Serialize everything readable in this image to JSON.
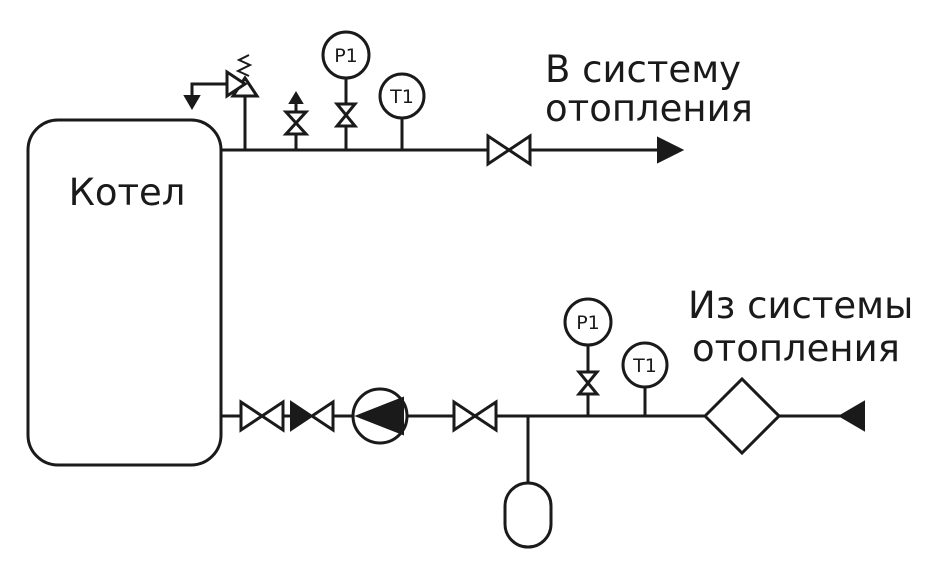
{
  "boiler": {
    "label": "Котел"
  },
  "supply": {
    "line1": "В систему",
    "line2": "отопления"
  },
  "return": {
    "line1": "Из системы",
    "line2": "отопления"
  },
  "gauges": {
    "supply_pressure": "P1",
    "supply_temperature": "T1",
    "return_pressure": "P1",
    "return_temperature": "T1"
  }
}
